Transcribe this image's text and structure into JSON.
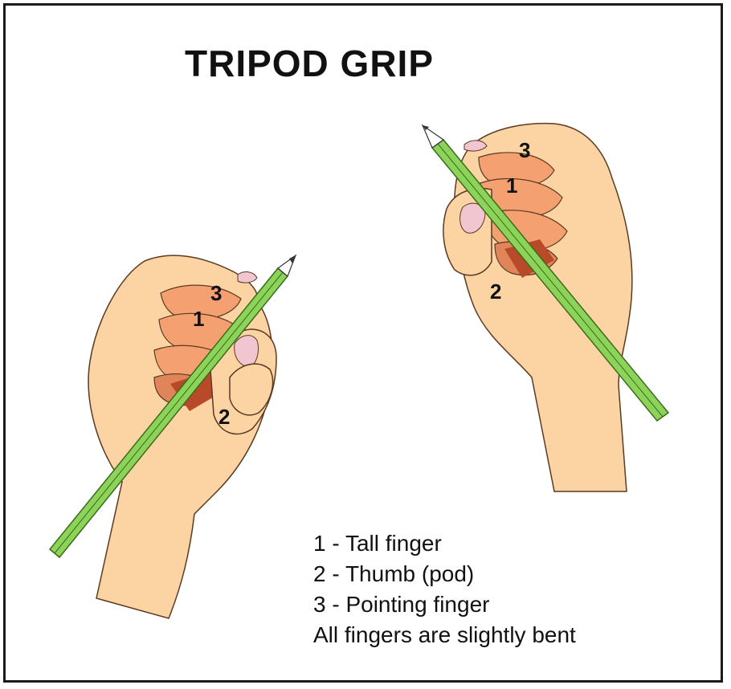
{
  "title": "TRIPOD GRIP",
  "colors": {
    "skin": "#fcd4a4",
    "skin_outline": "#5a3a20",
    "finger_shade": "#f4a070",
    "finger_shade_dark": "#e0845a",
    "pencil": "#8cd35a",
    "pencil_outline": "#3c6a1c",
    "nail": "#f2c6d0",
    "palm_shadow": "#b84a2a"
  },
  "left_hand": {
    "labels": {
      "tall_finger": "1",
      "thumb": "2",
      "pointing_finger": "3"
    }
  },
  "right_hand": {
    "labels": {
      "tall_finger": "1",
      "thumb": "2",
      "pointing_finger": "3"
    }
  },
  "legend": [
    "1 - Tall finger",
    "2 - Thumb (pod)",
    "3 - Pointing finger",
    "All fingers are slightly bent"
  ]
}
